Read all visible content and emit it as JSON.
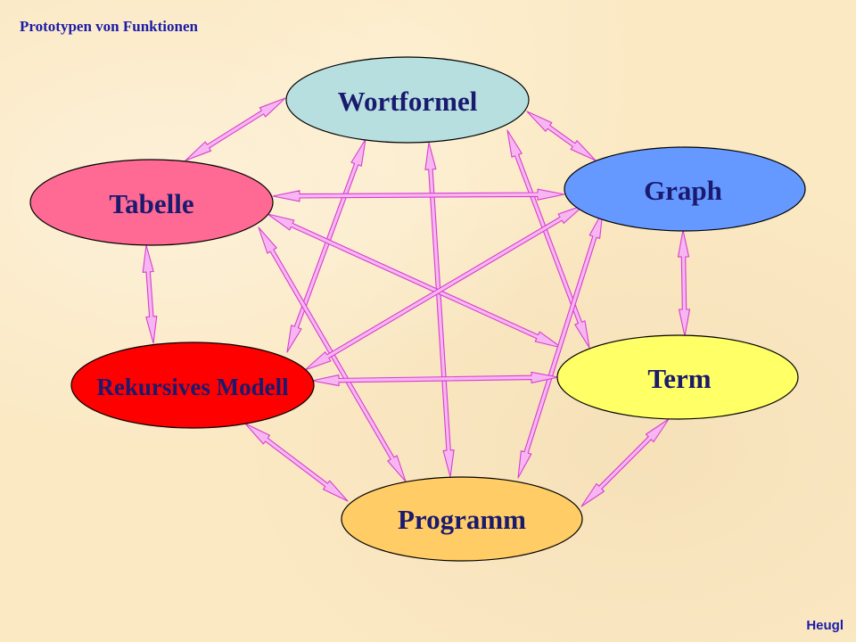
{
  "header": {
    "title": "Prototypen von Funktionen"
  },
  "footer": {
    "author": "Heugl"
  },
  "colors": {
    "arrow_fill": "#f7b6f2",
    "arrow_stroke": "#d63fd0",
    "text": "#1a1a6e",
    "title": "#1c1ca8"
  },
  "nodes": {
    "wortformel": {
      "label": "Wortformel",
      "color": "#b7dfe0"
    },
    "graph": {
      "label": "Graph",
      "color": "#6699ff"
    },
    "tabelle": {
      "label": "Tabelle",
      "color": "#ff6a94"
    },
    "term": {
      "label": "Term",
      "color": "#ffff66"
    },
    "rekursives": {
      "label": "Rekursives Modell",
      "color": "#ff0000"
    },
    "programm": {
      "label": "Programm",
      "color": "#ffcc66"
    }
  },
  "edges": [
    [
      "wortformel",
      "tabelle"
    ],
    [
      "wortformel",
      "graph"
    ],
    [
      "wortformel",
      "term"
    ],
    [
      "wortformel",
      "rekursives"
    ],
    [
      "wortformel",
      "programm"
    ],
    [
      "tabelle",
      "graph"
    ],
    [
      "tabelle",
      "term"
    ],
    [
      "tabelle",
      "rekursives"
    ],
    [
      "tabelle",
      "programm"
    ],
    [
      "graph",
      "term"
    ],
    [
      "graph",
      "rekursives"
    ],
    [
      "graph",
      "programm"
    ],
    [
      "rekursives",
      "term"
    ],
    [
      "rekursives",
      "programm"
    ],
    [
      "term",
      "programm"
    ]
  ]
}
